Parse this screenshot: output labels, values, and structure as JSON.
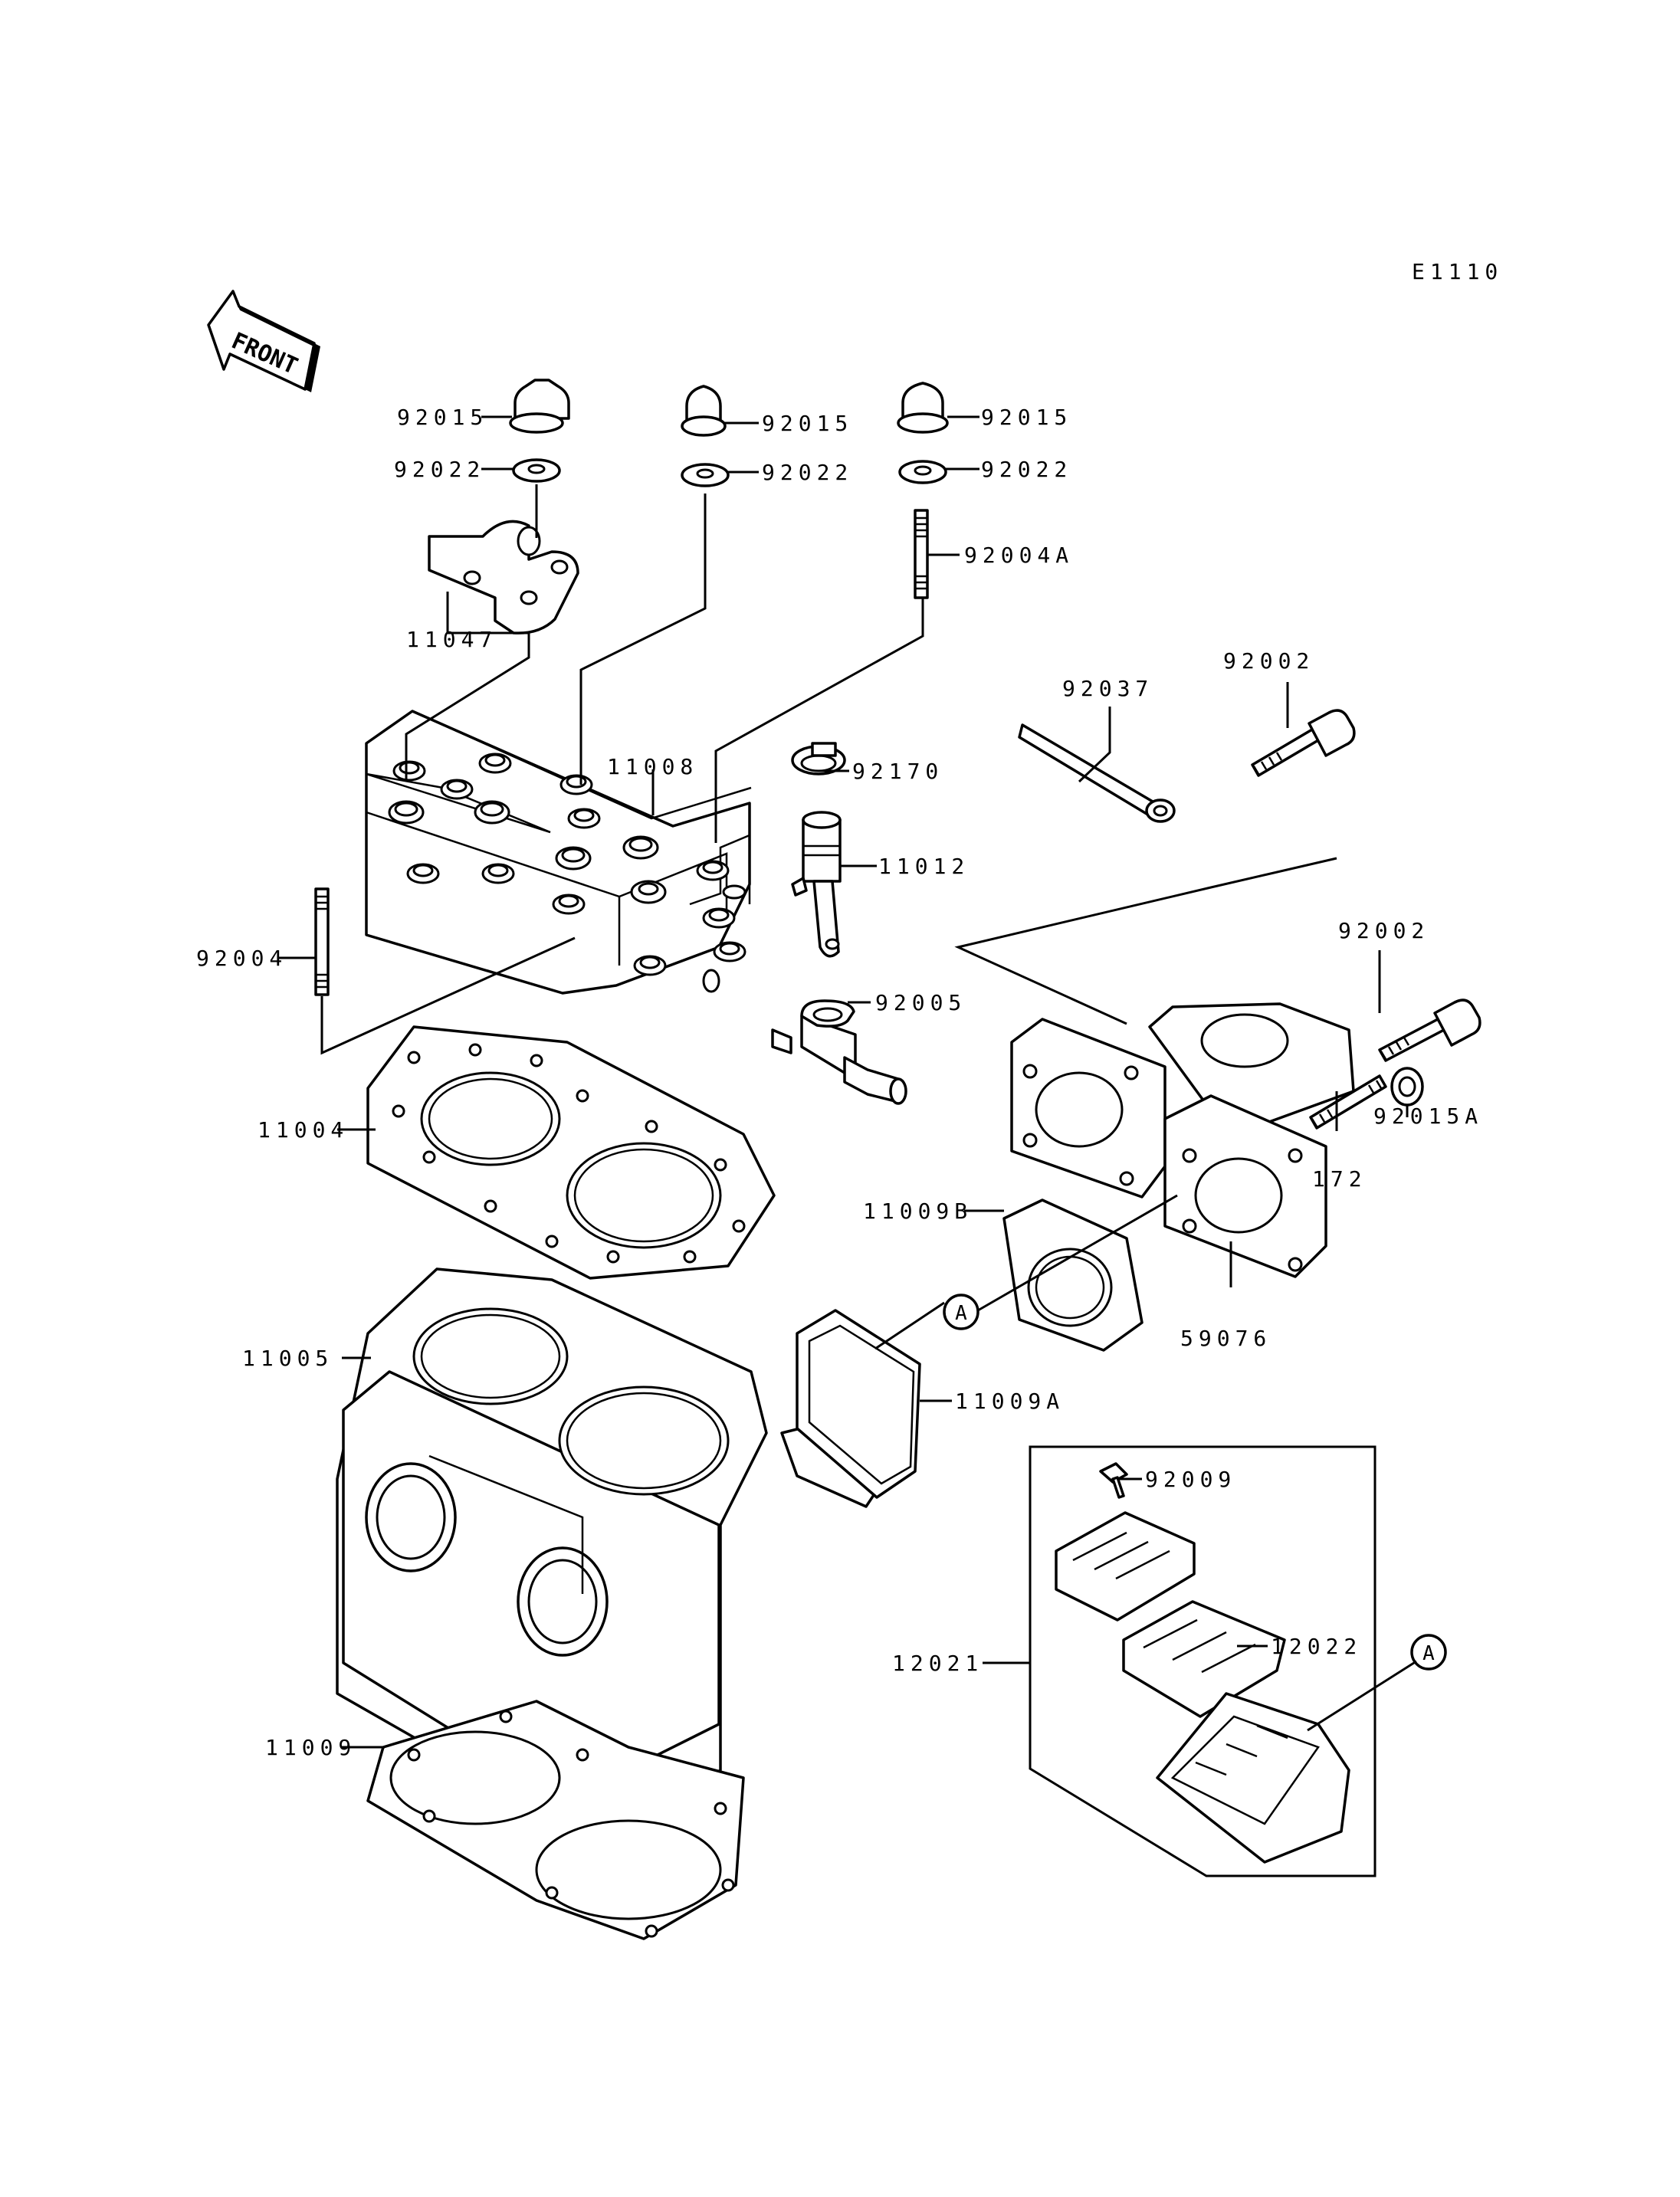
{
  "diagram_code": "E1110",
  "front_arrow_label": "FRONT",
  "callout_letter": "A",
  "parts": {
    "cap_nut_left": "92015",
    "cap_nut_mid": "92015",
    "cap_nut_right": "92015",
    "washer_left": "92022",
    "washer_mid": "92022",
    "washer_right": "92022",
    "stud_top": "92004A",
    "bracket": "11047",
    "cylinder_head": "11008",
    "head_stud": "92004",
    "clamp": "92170",
    "thermostat": "11012",
    "fitting": "92005",
    "retainer_strap": "92037",
    "bolt_top": "92002",
    "bolt_mid": "92002",
    "nut_intake": "92015A",
    "stud_intake": "172",
    "head_gasket": "11004",
    "gasket_b": "11009B",
    "intake_manifold": "59076",
    "cylinder": "11005",
    "gasket_a": "11009A",
    "base_gasket": "11009",
    "screw": "92009",
    "reed_valve_assy": "12021",
    "reed_stopper": "12022"
  }
}
